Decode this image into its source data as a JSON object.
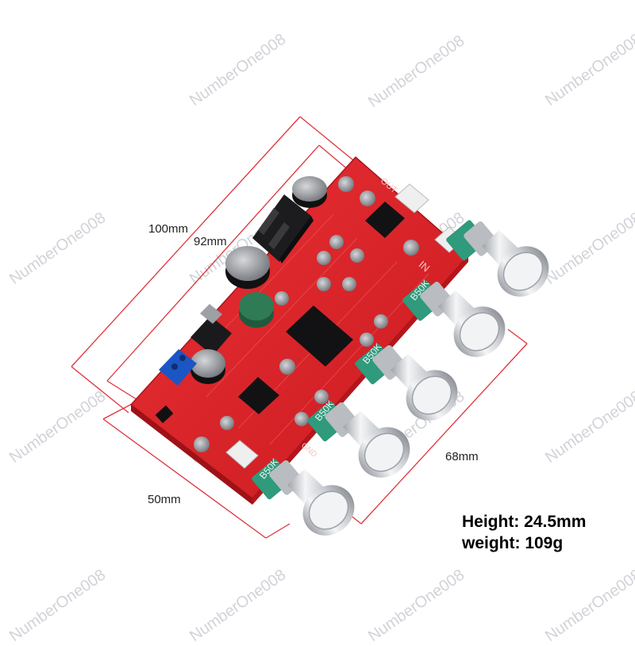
{
  "watermark": {
    "text": "NumberOne008"
  },
  "dimensions": {
    "length_outer": "100mm",
    "length_inner": "92mm",
    "width": "50mm",
    "depth": "68mm"
  },
  "specs": {
    "height": "Height: 24.5mm",
    "weight": "weight: 109g"
  },
  "board": {
    "pot_label": "B50K",
    "silk_in": "IN",
    "silk_out": "OUT",
    "silk_gnd": "GND",
    "colors": {
      "pcb": "#e02227",
      "pot_body": "#2f9a7c",
      "knob": "#d9dbde",
      "dimension_line": "#e0323a"
    }
  }
}
